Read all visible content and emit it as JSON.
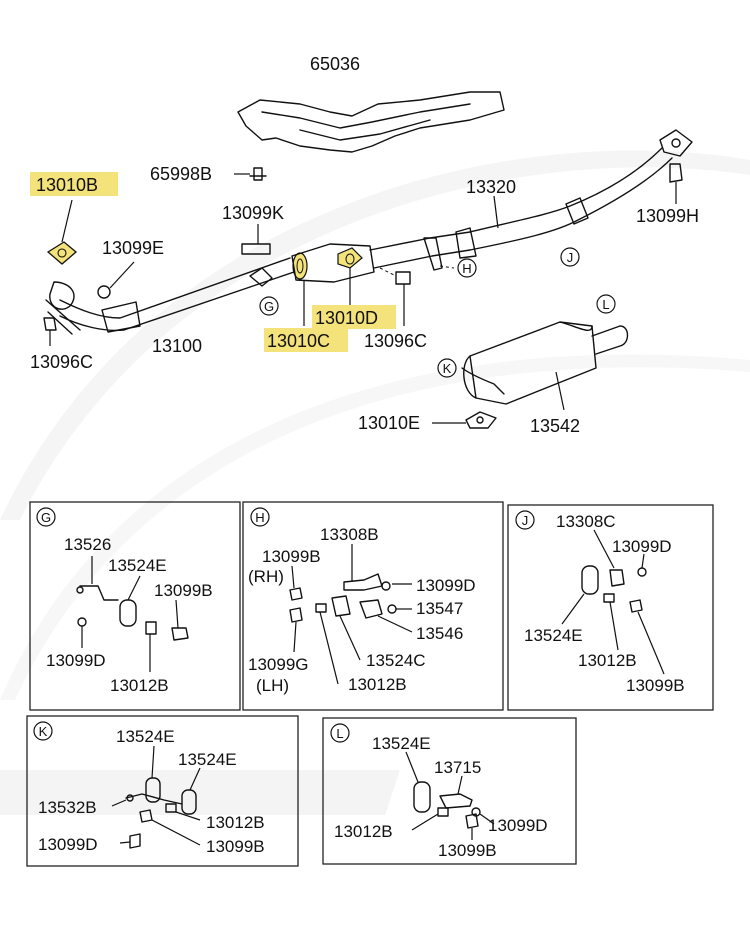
{
  "colors": {
    "highlight": "#f4e27a",
    "highlight_stroke": "#e0c63c",
    "line": "#111111",
    "watermark": "#efefef"
  },
  "main": {
    "labels": {
      "p65036": "65036",
      "p65998b": "65998B",
      "p13010b": "13010B",
      "p13320": "13320",
      "p13099k": "13099K",
      "p13099e": "13099E",
      "p13099h": "13099H",
      "p13096c_left": "13096C",
      "p13100": "13100",
      "p13010d": "13010D",
      "p13010c": "13010C",
      "p13096c_mid": "13096C",
      "p13010e": "13010E",
      "p13542": "13542"
    },
    "callouts": {
      "g": "G",
      "h": "H",
      "j": "J",
      "l": "L",
      "k": "K"
    }
  },
  "detail_g": {
    "letter": "G",
    "labels": [
      "13526",
      "13524E",
      "13099B",
      "13099D",
      "13012B"
    ]
  },
  "detail_h": {
    "letter": "H",
    "labels": [
      "13308B",
      "13099B",
      "(RH)",
      "13099D",
      "13547",
      "13546",
      "13099G",
      "(LH)",
      "13524C",
      "13012B"
    ]
  },
  "detail_j": {
    "letter": "J",
    "labels": [
      "13308C",
      "13099D",
      "13524E",
      "13012B",
      "13099B"
    ]
  },
  "detail_k": {
    "letter": "K",
    "labels": [
      "13524E",
      "13524E",
      "13532B",
      "13012B",
      "13099D",
      "13099B"
    ]
  },
  "detail_l": {
    "letter": "L",
    "labels": [
      "13524E",
      "13715",
      "13012B",
      "13099D",
      "13099B"
    ]
  }
}
